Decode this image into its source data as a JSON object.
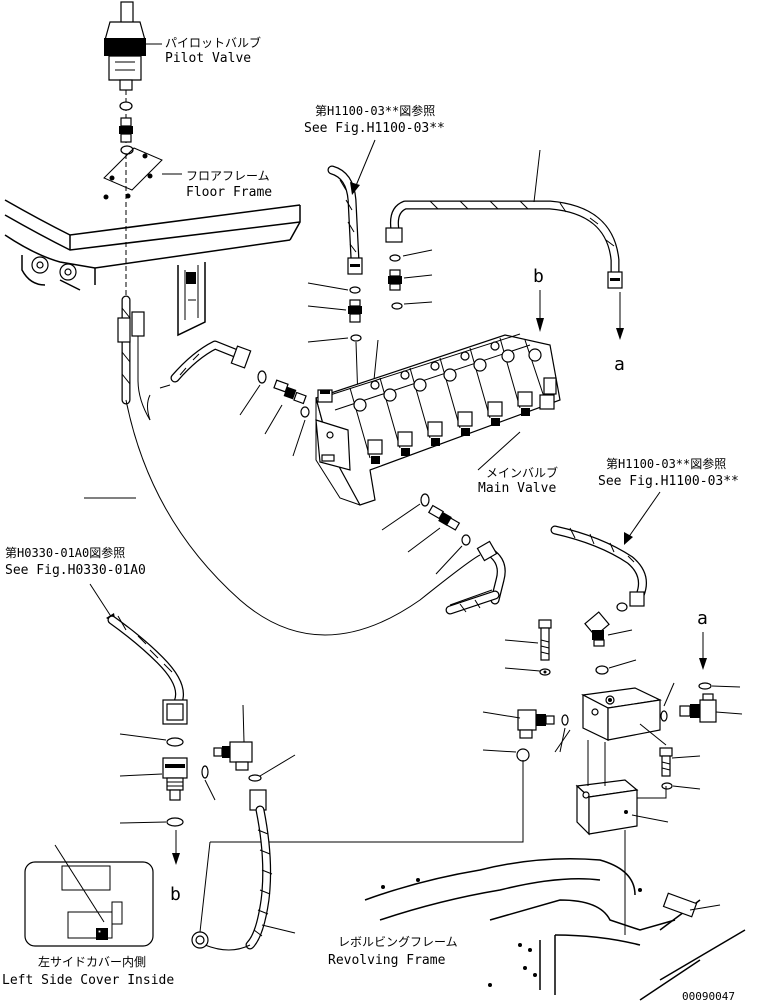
{
  "labels": {
    "pilot_valve_jp": "パイロットバルブ",
    "pilot_valve_en": "Pilot Valve",
    "floor_frame_jp": "フロアフレーム",
    "floor_frame_en": "Floor Frame",
    "ref_h1100_top_jp": "第H1100-03**図参照",
    "ref_h1100_top_en": "See Fig.H1100-03**",
    "ref_h1100_right_jp": "第H1100-03**図参照",
    "ref_h1100_right_en": "See Fig.H1100-03**",
    "ref_h0330_jp": "第H0330-01A0図参照",
    "ref_h0330_en": "See Fig.H0330-01A0",
    "main_valve_jp": "メインバルブ",
    "main_valve_en": "Main Valve",
    "revolving_frame_jp": "レボルビングフレーム",
    "revolving_frame_en": "Revolving Frame",
    "left_cover_jp": "左サイドカバー内側",
    "left_cover_en": "Left Side Cover Inside",
    "marker_a_1": "a",
    "marker_a_2": "a",
    "marker_b_1": "b",
    "marker_b_2": "b",
    "figure_code": "00090047"
  }
}
